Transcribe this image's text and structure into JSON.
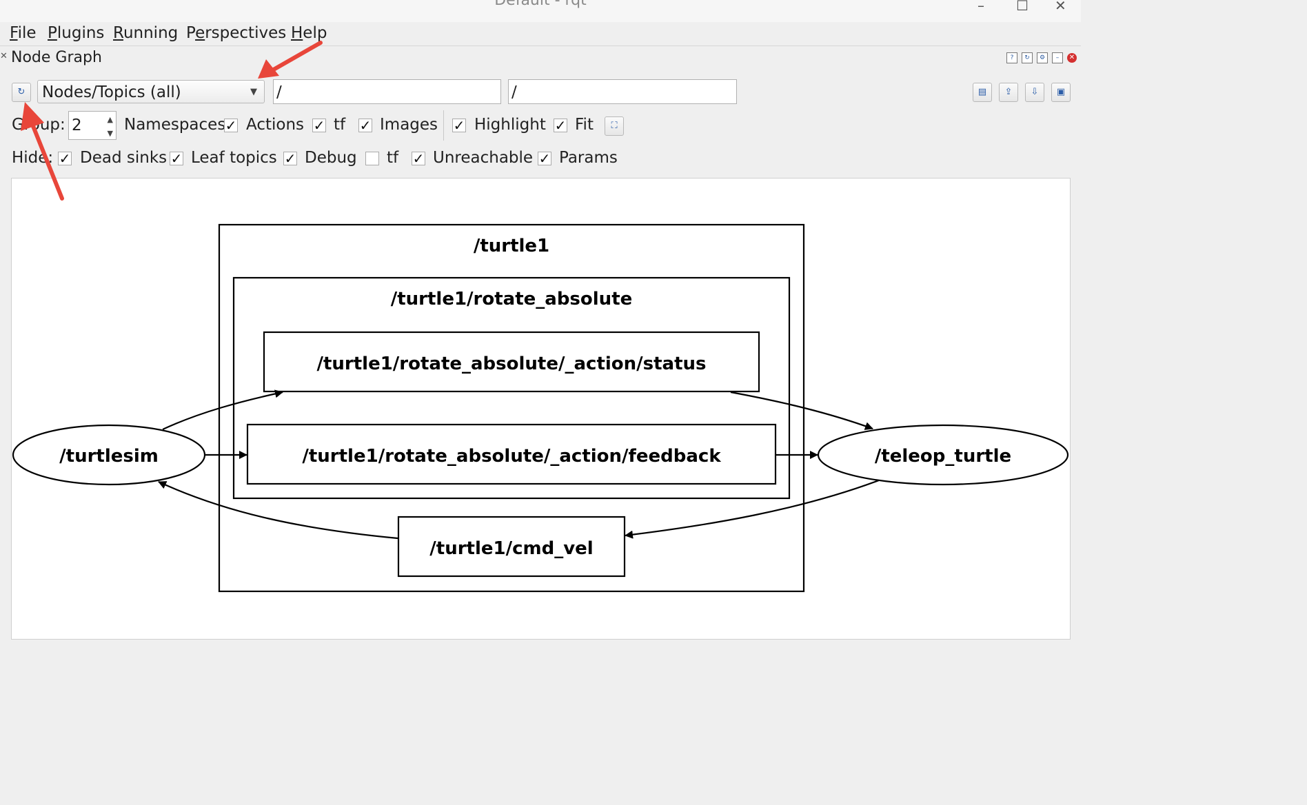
{
  "window": {
    "title": "Default - rqt",
    "minimize": "–",
    "maximize": "☐",
    "close": "✕"
  },
  "menu": [
    {
      "label": "File",
      "mnemonic": "F",
      "rest": "ile"
    },
    {
      "label": "Plugins",
      "mnemonic": "P",
      "rest": "lugins"
    },
    {
      "label": "Running",
      "mnemonic": "R",
      "rest": "unning"
    },
    {
      "label": "Perspectives",
      "mnemonic": "e",
      "rest": "rspectives",
      "pre": "P"
    },
    {
      "label": "Help",
      "mnemonic": "H",
      "rest": "elp"
    }
  ],
  "panel": {
    "title": "Node Graph",
    "close_glyph": "✕"
  },
  "toolbar": {
    "refresh_icon": "refresh-icon",
    "graph_type": "Nodes/Topics (all)",
    "node_filter": "/",
    "topic_filter": "/",
    "right_icons": [
      "save-icon",
      "load-icon",
      "export-icon",
      "screenshot-icon"
    ]
  },
  "options_row": {
    "group_label": "Group:",
    "group_value": "2",
    "items": [
      {
        "label": "Namespaces",
        "checked": true
      },
      {
        "label": "Actions",
        "checked": true
      },
      {
        "label": "tf",
        "checked": true
      },
      {
        "label": "Images",
        "checked": true
      },
      {
        "label": "Highlight",
        "checked": true
      },
      {
        "label": "Fit",
        "checked": true
      }
    ]
  },
  "hide_row": {
    "label": "Hide:",
    "items": [
      {
        "label": "Dead sinks",
        "checked": true
      },
      {
        "label": "Leaf topics",
        "checked": true
      },
      {
        "label": "Debug",
        "checked": true
      },
      {
        "label": "tf",
        "checked": false
      },
      {
        "label": "Unreachable",
        "checked": true
      },
      {
        "label": "Params",
        "checked": true
      }
    ]
  },
  "graph": {
    "clusters": [
      "/turtle1",
      "/turtle1/rotate_absolute"
    ],
    "topics": [
      "/turtle1/rotate_absolute/_action/status",
      "/turtle1/rotate_absolute/_action/feedback",
      "/turtle1/cmd_vel"
    ],
    "nodes": [
      "/turtlesim",
      "/teleop_turtle"
    ]
  },
  "annotation_color": "#e8463a"
}
